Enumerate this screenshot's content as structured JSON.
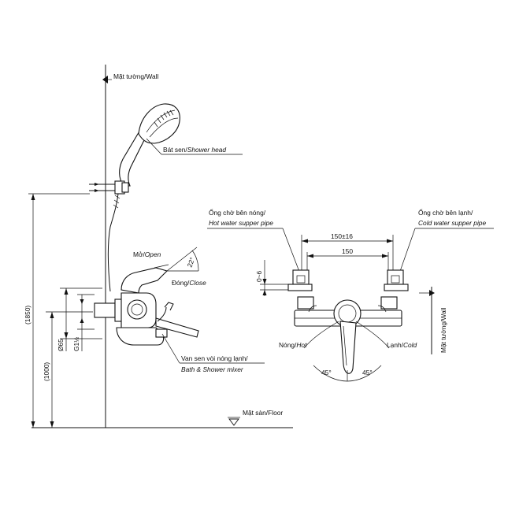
{
  "labels": {
    "wall_left": "Mặt tường/Wall",
    "shower_head_vi": "Bát sen/",
    "shower_head_en": "Shower head",
    "open_vi": "Mở/",
    "open_en": "Open",
    "close_vi": "Đóng/",
    "close_en": "Close",
    "handle_angle": "22°",
    "mixer_vi": "Van sen vòi nóng lạnh/",
    "mixer_en": "Bath & Shower mixer",
    "floor": "Mặt sàn/Floor",
    "hot_pipe_vi": "Ống chờ bên nóng/",
    "hot_pipe_en": "Hot water supper pipe",
    "cold_pipe_vi": "Ống chờ bên lạnh/",
    "cold_pipe_en": "Cold water supper pipe",
    "hot_vi": "Nóng/",
    "hot_en": "Hot",
    "cold_vi": "Lạnh/",
    "cold_en": "Cold",
    "wall_right": "Mặt tường/Wall"
  },
  "dimensions": {
    "height_total": "(1850)",
    "height_mixer": "(1000)",
    "diameter": "Ø65",
    "thread": "G1½",
    "spacing_tol": "150±16",
    "spacing": "150",
    "offset": "0~6",
    "angle_left": "45°",
    "angle_right": "45°"
  }
}
